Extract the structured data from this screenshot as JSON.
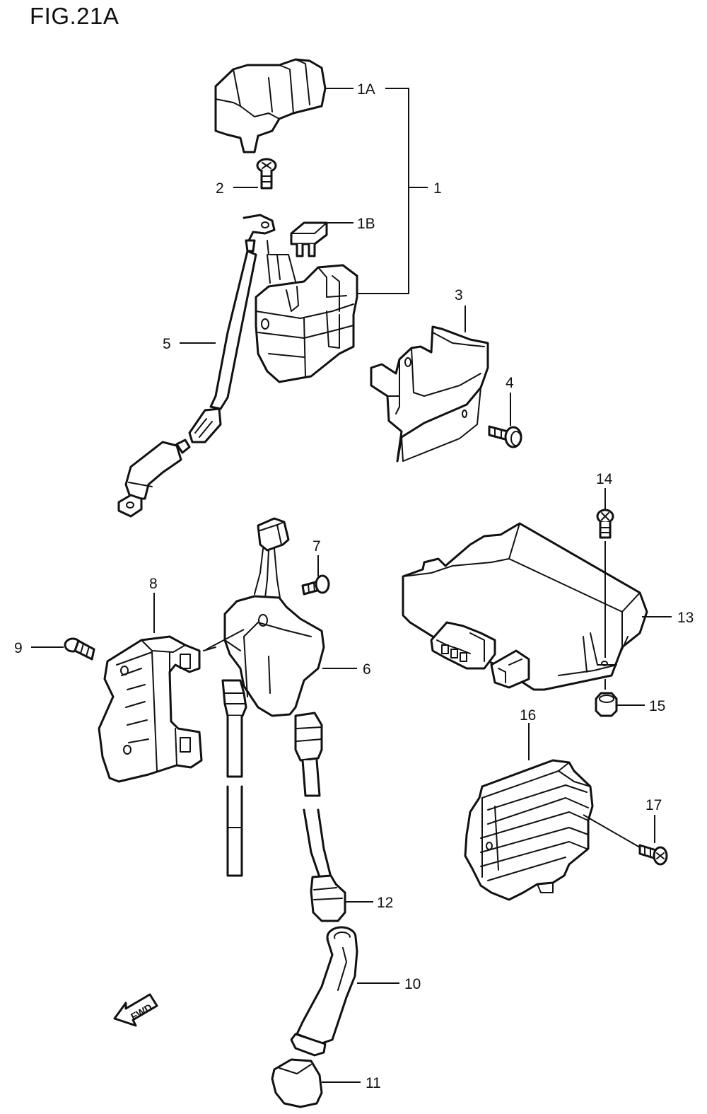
{
  "title": "FIG.21A",
  "callouts": {
    "c1A": "1A",
    "c1": "1",
    "c1B": "1B",
    "c2": "2",
    "c3": "3",
    "c4": "4",
    "c5": "5",
    "c6": "6",
    "c7": "7",
    "c8": "8",
    "c9": "9",
    "c10": "10",
    "c11": "11",
    "c12": "12",
    "c13": "13",
    "c14": "14",
    "c15": "15",
    "c16": "16",
    "c17": "17"
  },
  "fwd_label": "FWD"
}
